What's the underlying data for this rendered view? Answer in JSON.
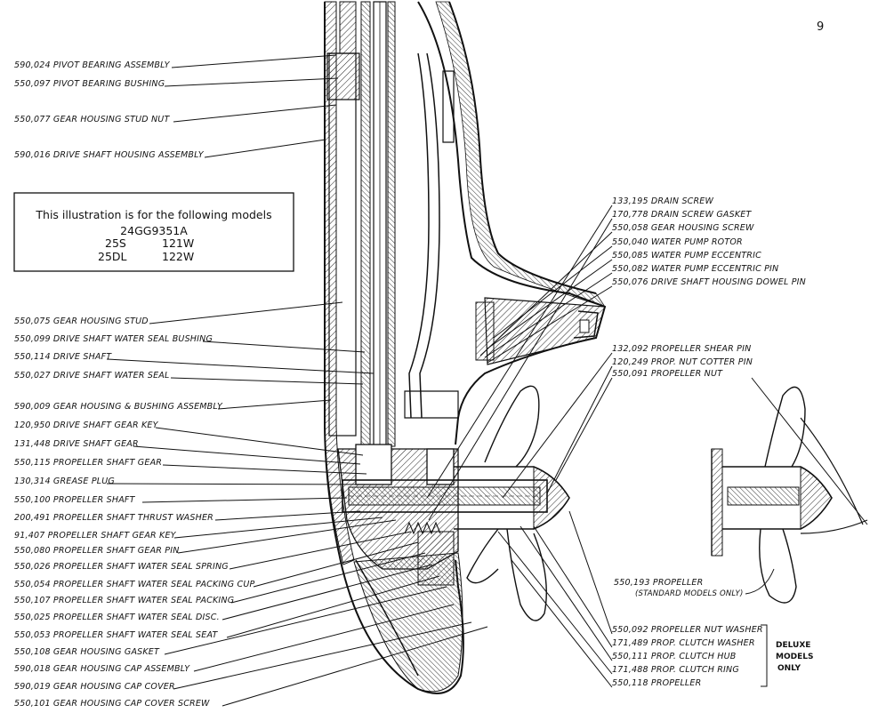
{
  "page_number": "9",
  "model_box": {
    "title": "This illustration is for the following models",
    "model_code": "24GG9351A",
    "col1": [
      "25S",
      "25DL"
    ],
    "col2": [
      "121W",
      "122W"
    ]
  },
  "left_labels": [
    "590,024 PIVOT BEARING ASSEMBLY",
    "550,097 PIVOT BEARING BUSHING",
    "550,077 GEAR HOUSING STUD NUT",
    "590,016 DRIVE SHAFT HOUSING ASSEMBLY",
    "550,075 GEAR HOUSING STUD",
    "550,099 DRIVE SHAFT WATER SEAL BUSHING",
    "550,114 DRIVE SHAFT",
    "550,027 DRIVE SHAFT WATER SEAL",
    "590,009 GEAR HOUSING & BUSHING ASSEMBLY",
    "120,950 DRIVE SHAFT GEAR KEY",
    "131,448 DRIVE SHAFT GEAR",
    "550,115 PROPELLER SHAFT GEAR",
    "130,314 GREASE PLUG",
    "550,100 PROPELLER SHAFT",
    "200,491 PROPELLER SHAFT THRUST WASHER",
    "91,407 PROPELLER SHAFT GEAR KEY",
    "550,080 PROPELLER SHAFT GEAR PIN",
    "550,026 PROPELLER SHAFT WATER SEAL SPRING",
    "550,054 PROPELLER SHAFT WATER SEAL PACKING CUP",
    "550,107 PROPELLER SHAFT WATER SEAL PACKING",
    "550,025 PROPELLER SHAFT WATER SEAL DISC.",
    "550,053 PROPELLER SHAFT WATER SEAL SEAT",
    "550,108 GEAR HOUSING GASKET",
    "590,018 GEAR HOUSING CAP ASSEMBLY",
    "590,019 GEAR HOUSING CAP COVER",
    "550,101 GEAR HOUSING CAP COVER SCREW"
  ],
  "right_top_labels": [
    "133,195 DRAIN SCREW",
    "170,778 DRAIN SCREW GASKET",
    "550,058 GEAR HOUSING SCREW",
    "550,040 WATER PUMP ROTOR",
    "550,085 WATER PUMP ECCENTRIC",
    "550,082 WATER PUMP ECCENTRIC PIN",
    "550,076 DRIVE SHAFT HOUSING DOWEL PIN"
  ],
  "right_mid_labels": [
    "132,092 PROPELLER SHEAR PIN",
    "120,249 PROP. NUT COTTER PIN",
    "550,091 PROPELLER NUT"
  ],
  "propeller_label": "550,193 PROPELLER",
  "propeller_note": "(STANDARD MODELS ONLY)",
  "right_bottom_labels": [
    "550,092 PROPELLER NUT WASHER",
    "171,489 PROP. CLUTCH WASHER",
    "550,111 PROP. CLUTCH HUB",
    "171,488 PROP. CLUTCH RING",
    "550,118 PROPELLER"
  ],
  "deluxe_note": [
    "DELUXE",
    "MODELS",
    "ONLY"
  ]
}
